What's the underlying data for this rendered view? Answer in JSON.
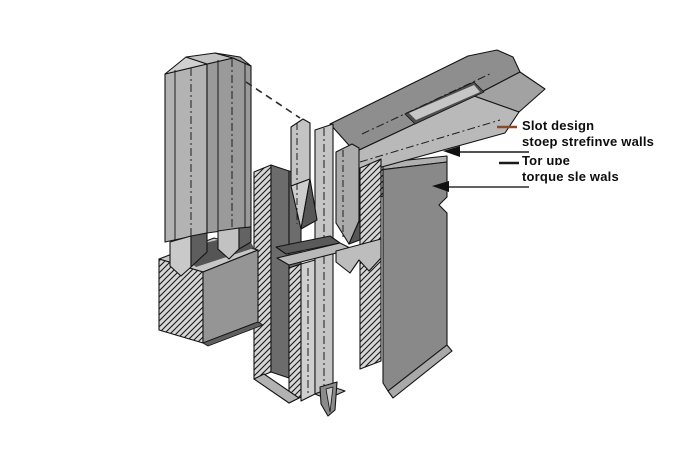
{
  "figure": {
    "kind": "isometric cutaway technical illustration of a fastener slot and driver bit"
  },
  "callouts": [
    {
      "id": "slot-design",
      "line1": "Slot design",
      "line2": "stoep strefinve walls",
      "dash_color": "#8a4a28"
    },
    {
      "id": "torque",
      "line1": "Tor uɒe",
      "line2": "torque sle wals",
      "dash_color": "#1a1a1a"
    }
  ],
  "colors": {
    "accent": "#8a4a28",
    "line": "#141414",
    "background": "#ffffff"
  }
}
